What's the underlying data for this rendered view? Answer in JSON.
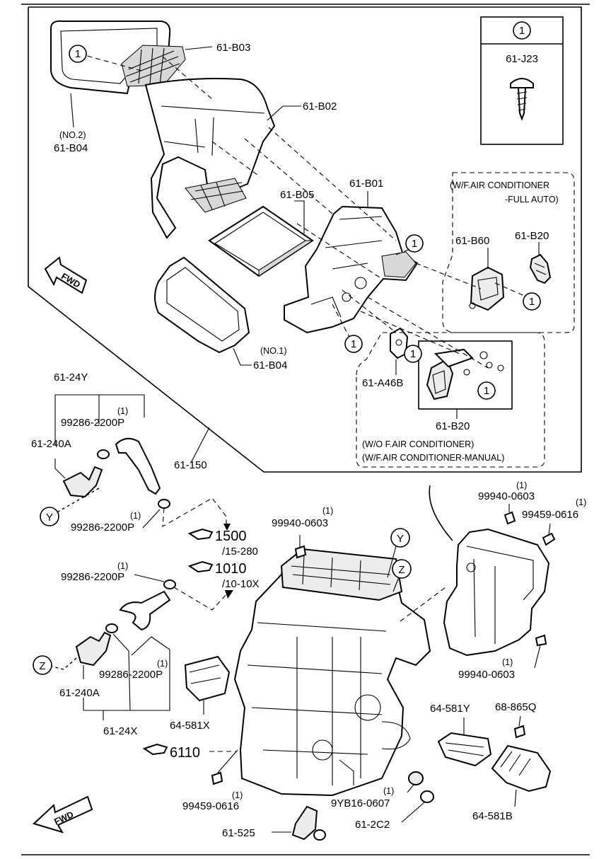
{
  "callout_numbers": {
    "c1": "1"
  },
  "legend_box": {
    "callout": "1",
    "part": "61-J23"
  },
  "upper_parts": {
    "b03": "61-B03",
    "b02": "61-B02",
    "b04_top_qual": "(NO.2)",
    "b04_top": "61-B04",
    "b05": "61-B05",
    "b01": "61-B01",
    "b04_bottom_qual": "(NO.1)",
    "b04_bottom": "61-B04",
    "a46b": "61-A46B",
    "b20_lower": "61-B20",
    "fwd": "FWD"
  },
  "full_auto_group": {
    "title_1": "(W/F.AIR CONDITIONER",
    "title_2": "-FULL AUTO)",
    "b60": "61-B60",
    "b20": "61-B20"
  },
  "manual_group": {
    "note_1": "(W/O F.AIR CONDITIONER)",
    "note_2": "(W/F.AIR CONDITIONER-MANUAL)"
  },
  "hose_parts": {
    "p24y": "61-24Y",
    "clamp_top": "99286-2200P",
    "clamp_top_qty": "(1)",
    "p240a_top": "61-240A",
    "p150": "61-150",
    "clamp_mid": "99286-2200P",
    "clamp_mid_qty": "(1)",
    "ref_1500": "1500",
    "ref_1500_sub": "/15-280",
    "ref_1010": "1010",
    "ref_1010_sub": "/10-10X",
    "clamp_low": "99286-2200P",
    "clamp_low_qty": "(1)",
    "clamp_low2": "99286-2200P",
    "clamp_low2_qty": "(1)",
    "p240a_bottom": "61-240A",
    "p24x": "61-24X",
    "y": "Y",
    "z": "Z"
  },
  "lower_parts": {
    "bolt_0603_center": "99940-0603",
    "bolt_0603_center_qty": "(1)",
    "bolt_0603_right": "99940-0603",
    "bolt_0603_right_qty": "(1)",
    "bolt_0616_right": "99459-0616",
    "bolt_0616_right_qty": "(1)",
    "bolt_0603_lower": "99940-0603",
    "bolt_0603_lower_qty": "(1)",
    "p581x": "64-581X",
    "ref_6110": "6110",
    "bolt_0616_bottom": "99459-0616",
    "bolt_0616_bottom_qty": "(1)",
    "p9yb16": "9YB16-0607",
    "p9yb16_qty": "(1)",
    "p2c2": "61-2C2",
    "p525": "61-525",
    "p581y": "64-581Y",
    "p865q": "68-865Q",
    "p581b": "64-581B",
    "fwd": "FWD",
    "y": "Y",
    "z": "Z"
  }
}
